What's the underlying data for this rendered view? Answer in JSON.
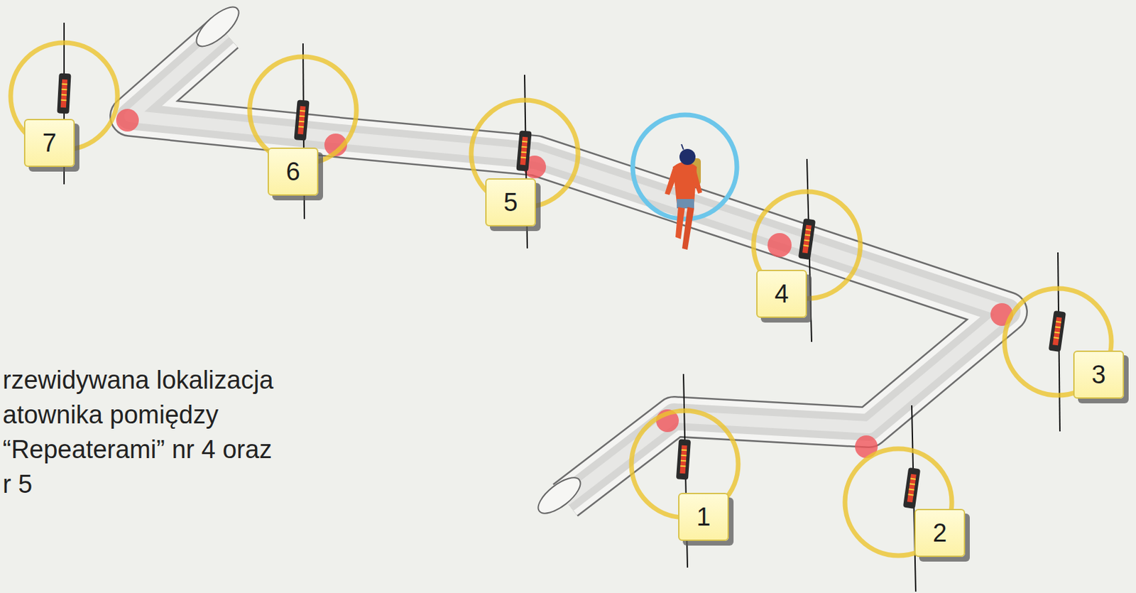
{
  "diagram": {
    "nodes": [
      {
        "text": [
          "1"
        ]
      },
      {
        "text": [
          "2"
        ]
      },
      {
        "text": [
          "3"
        ]
      },
      {
        "text": [
          "4"
        ]
      },
      {
        "text": [
          "5"
        ]
      },
      {
        "text": [
          "6"
        ]
      },
      {
        "text": [
          "7"
        ]
      }
    ],
    "labels": [
      "rzewidywana lokalizacja atownika pomiędzy “Repeaterami” nr 4 oraz r 5"
    ]
  }
}
